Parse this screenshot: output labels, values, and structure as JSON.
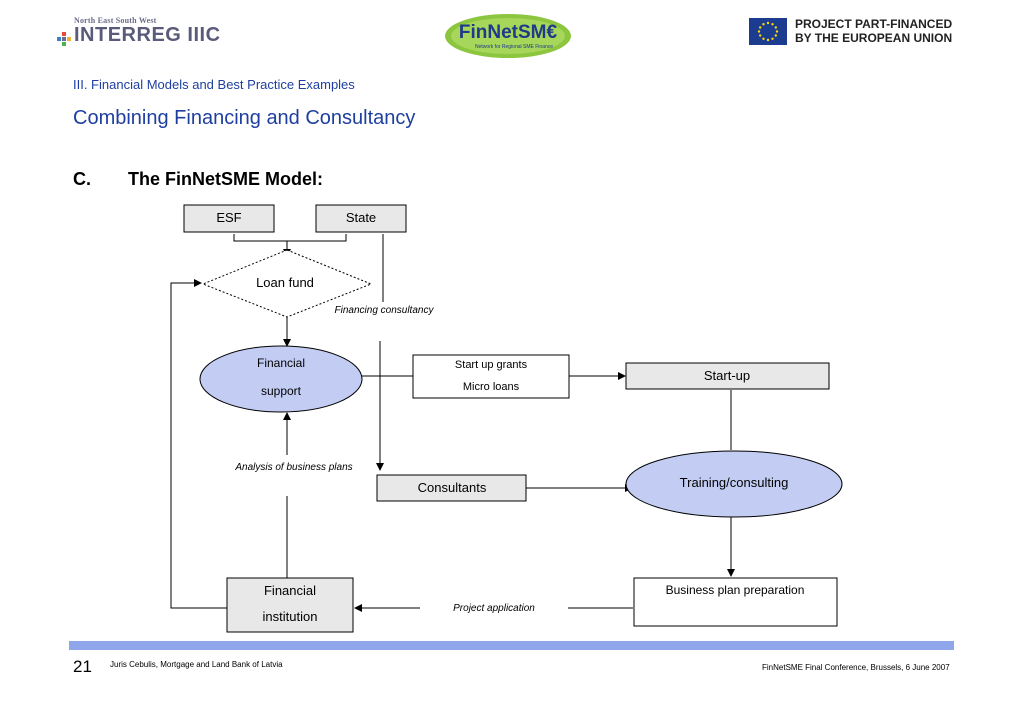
{
  "header": {
    "interreg_small": "North East South West",
    "interreg_big": "INTERREG IIIC",
    "finnet_logo": "FinNetSM€",
    "finnet_tagline": "Network for Regional SME Finance",
    "eu_line1": "PROJECT PART-FINANCED",
    "eu_line2": "BY THE EUROPEAN UNION"
  },
  "subtitle": "III. Financial Models and Best Practice Examples",
  "title": "Combining Financing and Consultancy",
  "section": {
    "letter": "C.",
    "title": "The FinNetSME Model:"
  },
  "diagram": {
    "esf": "ESF",
    "state": "State",
    "loan_fund": "Loan fund",
    "financing_consultancy": "Financing consultancy",
    "financial_support_1": "Financial",
    "financial_support_2": "support",
    "grants_1": "Start up grants",
    "grants_2": "Micro loans",
    "startup": "Start-up",
    "analysis": "Analysis of business plans",
    "consultants": "Consultants",
    "training": "Training/consulting",
    "institution_1": "Financial",
    "institution_2": "institution",
    "project_application": "Project application",
    "business_plan": "Business plan preparation"
  },
  "footer": {
    "page": "21",
    "author": "Juris Cebulis, Mortgage and Land Bank of Latvia",
    "event": "FinNetSME Final Conference, Brussels, 6 June 2007"
  },
  "colors": {
    "title_blue": "#1f3fa0",
    "ellipse_fill": "#c3cdf4",
    "box_gray": "#e8e8e8",
    "footer_bar": "#8fa6ea",
    "eu_blue": "#1c3d8f",
    "eu_star": "#ffd800",
    "finnet_green": "#8cc63f"
  }
}
